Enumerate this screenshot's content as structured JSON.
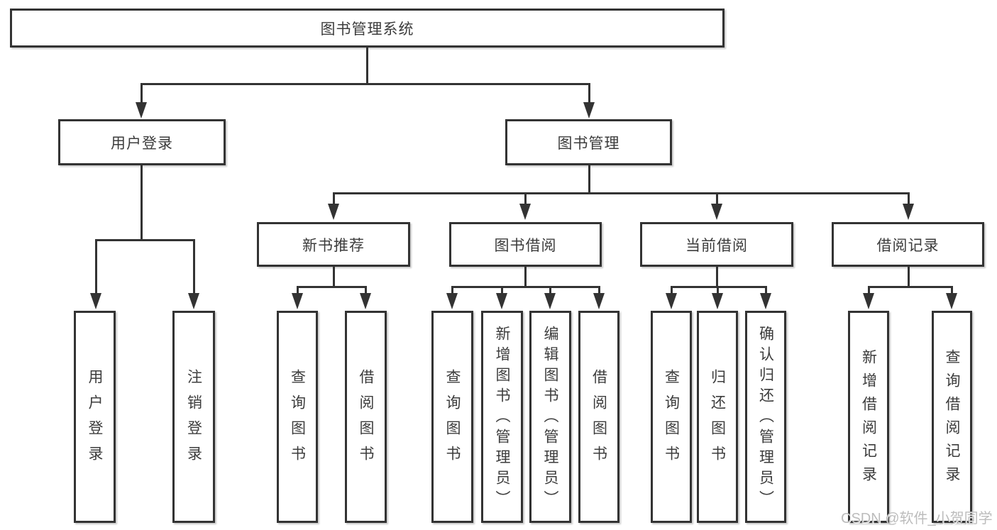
{
  "diagram": {
    "type": "tree",
    "root": {
      "label": "图书管理系统"
    },
    "branches": [
      {
        "label": "用户登录",
        "children": [
          {
            "label": "用户登录"
          },
          {
            "label": "注销登录"
          }
        ]
      },
      {
        "label": "图书管理",
        "children": [
          {
            "label": "新书推荐",
            "children": [
              {
                "label": "查询图书"
              },
              {
                "label": "借阅图书"
              }
            ]
          },
          {
            "label": "图书借阅",
            "children": [
              {
                "label": "查询图书"
              },
              {
                "label": "新增图书（管理员）"
              },
              {
                "label": "编辑图书（管理员）"
              },
              {
                "label": "借阅图书"
              }
            ]
          },
          {
            "label": "当前借阅",
            "children": [
              {
                "label": "查询图书"
              },
              {
                "label": "归还图书"
              },
              {
                "label": "确认归还（管理员）"
              }
            ]
          },
          {
            "label": "借阅记录",
            "children": [
              {
                "label": "新增借阅记录"
              },
              {
                "label": "查询借阅记录"
              }
            ]
          }
        ]
      }
    ],
    "watermark": "CSDN @软件_小贺同学",
    "colors": {
      "line": "#333333",
      "text": "#3c3c3c",
      "background": "#ffffff",
      "watermark": "#bcbcbc"
    }
  }
}
